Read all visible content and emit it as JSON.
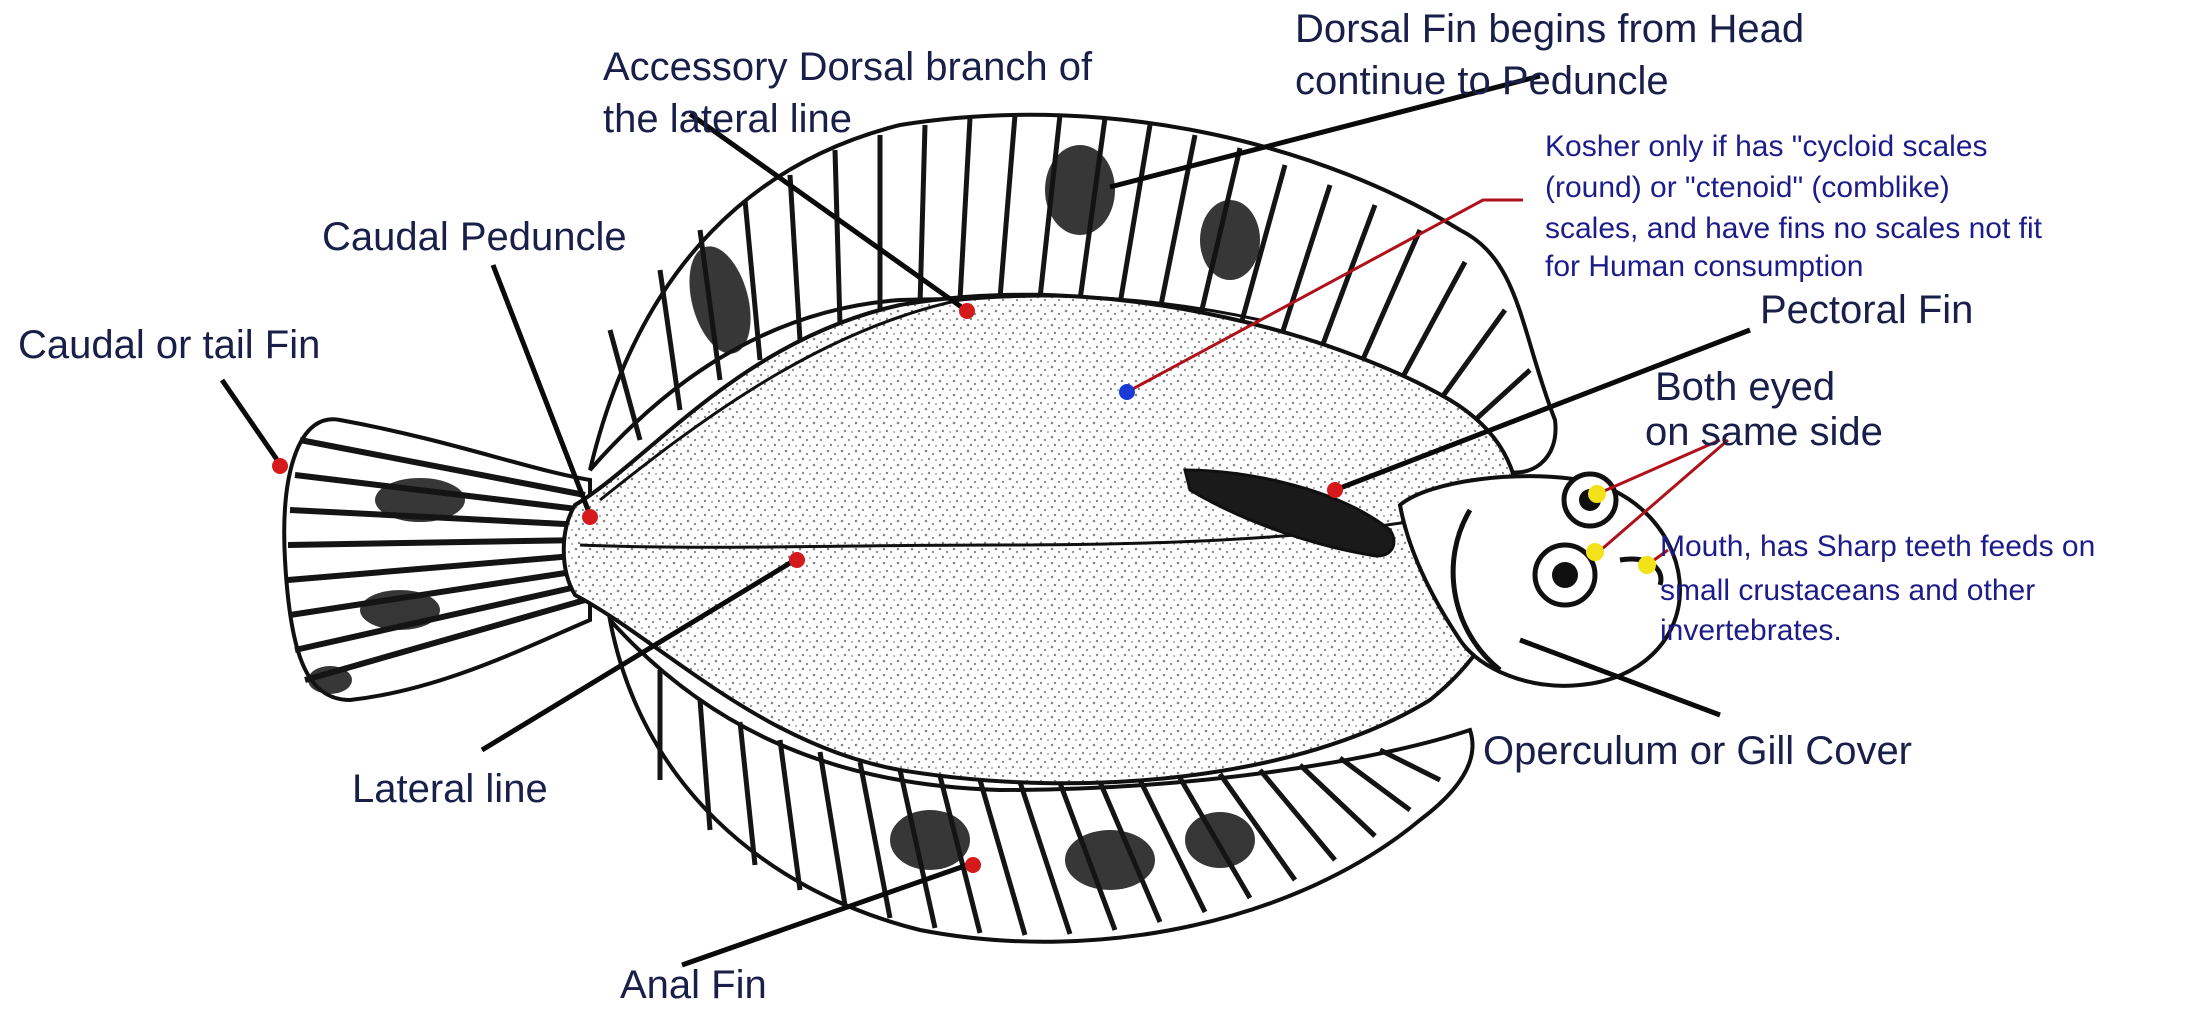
{
  "colors": {
    "label_text": "#1a1f4a",
    "note_text": "#1c1c8a",
    "leader_line": "#0a0a0a",
    "marker_red": "#d41a1a",
    "marker_blue": "#1a3ad6",
    "marker_yellow": "#f2e21a",
    "note_line_red": "#b0101a",
    "fish_ink": "#101010"
  },
  "labels": {
    "dorsal_fin": [
      "Dorsal Fin begins from Head",
      "continue to Peduncle"
    ],
    "accessory_dorsal": [
      "Accessory Dorsal branch of",
      "the lateral line"
    ],
    "kosher_note": [
      "Kosher only if has \"cycloid  scales",
      "(round) or \"ctenoid\" (comblike)",
      "scales, and have fins  no scales not fit",
      "for Human consumption"
    ],
    "caudal_peduncle": "Caudal Peduncle",
    "caudal_fin": "Caudal or tail Fin",
    "pectoral_fin": "Pectoral Fin",
    "both_eyed": [
      "Both eyed",
      "on same side"
    ],
    "mouth_note": [
      "Mouth, has Sharp teeth feeds on",
      "small crustaceans and other",
      " invertebrates."
    ],
    "operculum": "Operculum or Gill Cover",
    "lateral_line": "Lateral line",
    "anal_fin": "Anal Fin"
  },
  "icons": {
    "fish_illustration": "flatfish-illustration"
  }
}
